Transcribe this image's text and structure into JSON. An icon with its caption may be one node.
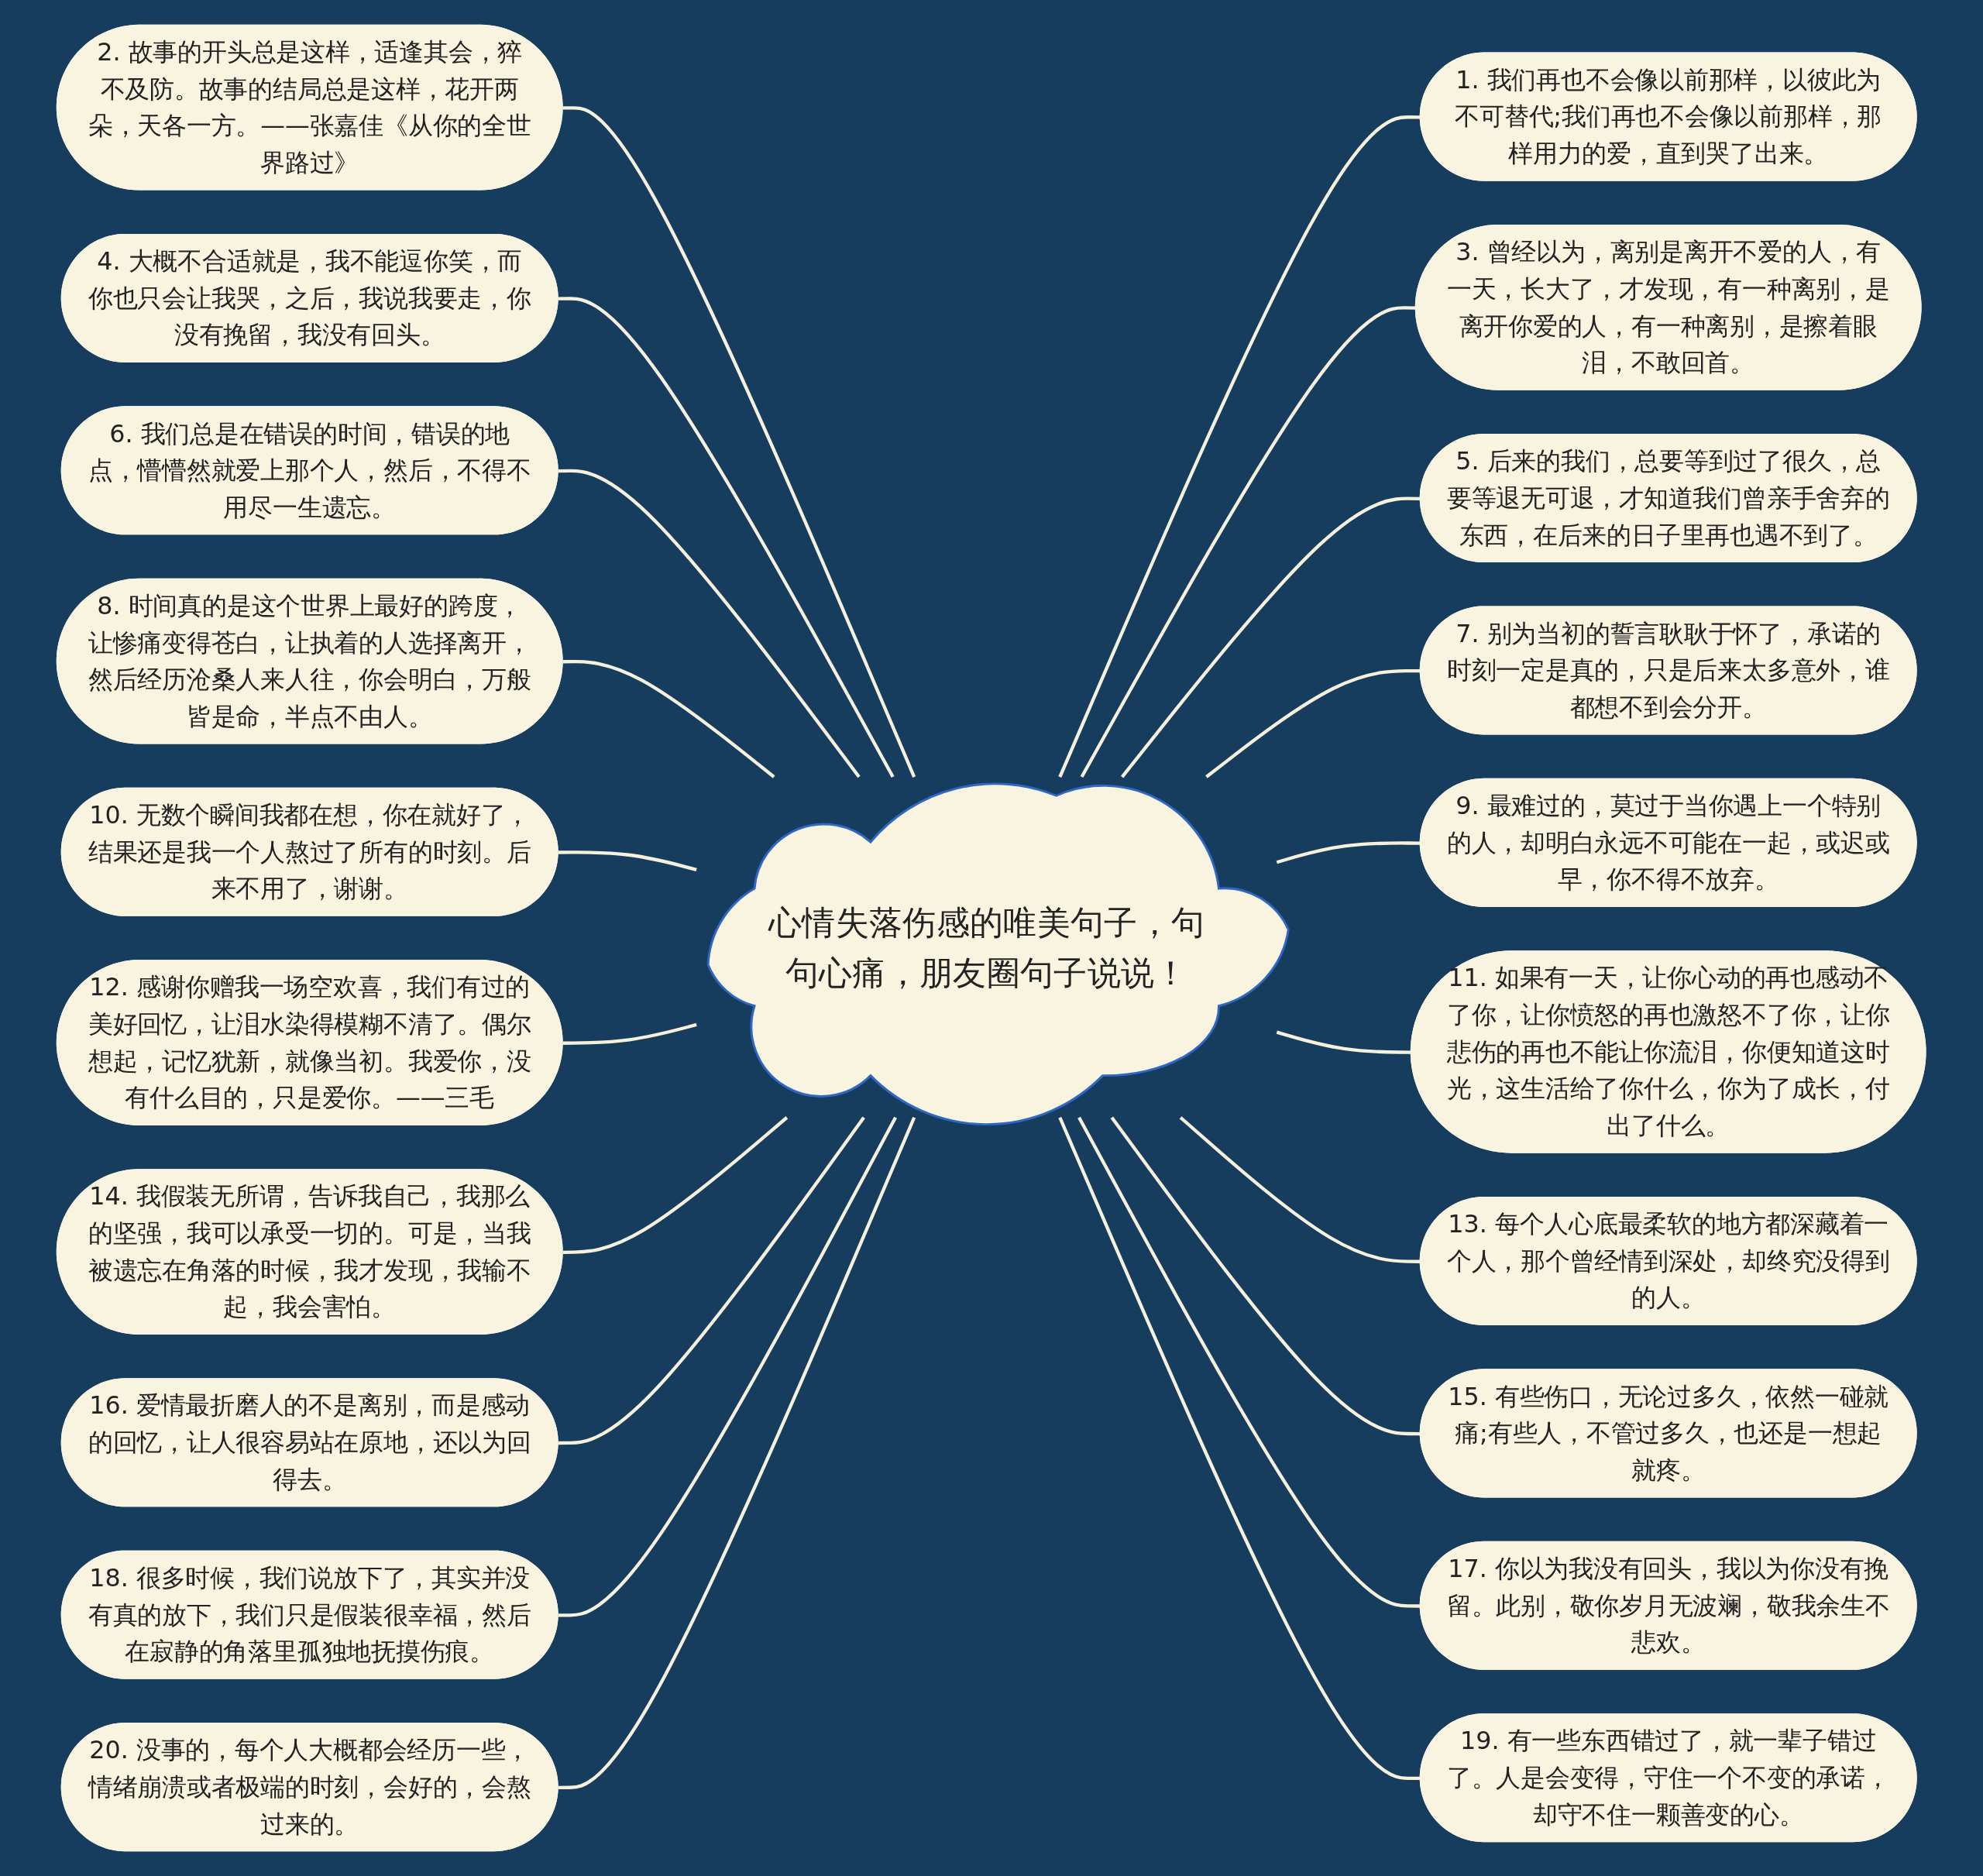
{
  "diagram": {
    "nodes": [
      {
        "text": [
          "心情失落伤感的唯美句子，句句心痛，朋友圈句子说说！"
        ]
      },
      {
        "text": [
          "1. 我们再也不会像以前那样，以彼此为不可替代;我们再也不会像以前那样，那样用力的爱，直到哭了出来。"
        ]
      },
      {
        "text": [
          "2. 故事的开头总是这样，适逢其会，猝不及防。故事的结局总是这样，花开两朵，天各一方。——张嘉佳《从你的全世界路过》"
        ]
      },
      {
        "text": [
          "3. 曾经以为，离别是离开不爱的人，有一天，长大了，才发现，有一种离别，是离开你爱的人，有一种离别，是擦着眼泪，不敢回首。"
        ]
      },
      {
        "text": [
          "4. 大概不合适就是，我不能逗你笑，而你也只会让我哭，之后，我说我要走，你没有挽留，我没有回头。"
        ]
      },
      {
        "text": [
          "5. 后来的我们，总要等到过了很久，总要等退无可退，才知道我们曾亲手舍弃的东西，在后来的日子里再也遇不到了。"
        ]
      },
      {
        "text": [
          "6. 我们总是在错误的时间，错误的地点，懵懵然就爱上那个人，然后，不得不用尽一生遗忘。"
        ]
      },
      {
        "text": [
          "7. 别为当初的誓言耿耿于怀了，承诺的时刻一定是真的，只是后来太多意外，谁都想不到会分开。"
        ]
      },
      {
        "text": [
          "8. 时间真的是这个世界上最好的跨度，让惨痛变得苍白，让执着的人选择离开，然后经历沧桑人来人往，你会明白，万般皆是命，半点不由人。"
        ]
      },
      {
        "text": [
          "9. 最难过的，莫过于当你遇上一个特别的人，却明白永远不可能在一起，或迟或早，你不得不放弃。"
        ]
      },
      {
        "text": [
          "10. 无数个瞬间我都在想，你在就好了，结果还是我一个人熬过了所有的时刻。后来不用了，谢谢。"
        ]
      },
      {
        "text": [
          "11. 如果有一天，让你心动的再也感动不了你，让你愤怒的再也激怒不了你，让你悲伤的再也不能让你流泪，你便知道这时光，这生活给了你什么，你为了成长，付出了什么。"
        ]
      },
      {
        "text": [
          "12. 感谢你赠我一场空欢喜，我们有过的美好回忆，让泪水染得模糊不清了。偶尔想起，记忆犹新，就像当初。我爱你，没有什么目的，只是爱你。——三毛"
        ]
      },
      {
        "text": [
          "13. 每个人心底最柔软的地方都深藏着一个人，那个曾经情到深处，却终究没得到的人。"
        ]
      },
      {
        "text": [
          "14. 我假装无所谓，告诉我自己，我那么的坚强，我可以承受一切的。可是，当我被遗忘在角落的时候，我才发现，我输不起，我会害怕。"
        ]
      },
      {
        "text": [
          "15. 有些伤口，无论过多久，依然一碰就痛;有些人，不管过多久，也还是一想起就疼。"
        ]
      },
      {
        "text": [
          "16. 爱情最折磨人的不是离别，而是感动的回忆，让人很容易站在原地，还以为回得去。"
        ]
      },
      {
        "text": [
          "17. 你以为我没有回头，我以为你没有挽留。此别，敬你岁月无波斓，敬我余生不悲欢。"
        ]
      },
      {
        "text": [
          "18. 很多时候，我们说放下了，其实并没有真的放下，我们只是假装很幸福，然后在寂静的角落里孤独地抚摸伤痕。"
        ]
      },
      {
        "text": [
          "19. 有一些东西错过了，就一辈子错过了。人是会变得，守住一个不变的承诺，却守不住一颗善变的心。"
        ]
      },
      {
        "text": [
          "20. 没事的，每个人大概都会经历一些，情绪崩溃或者极端的时刻，会好的，会熬过来的。"
        ]
      }
    ],
    "edges": [
      {
        "from": 0,
        "to": 1,
        "arrow": "none"
      },
      {
        "from": 0,
        "to": 2,
        "arrow": "none"
      },
      {
        "from": 0,
        "to": 3,
        "arrow": "none"
      },
      {
        "from": 0,
        "to": 4,
        "arrow": "none"
      },
      {
        "from": 0,
        "to": 5,
        "arrow": "none"
      },
      {
        "from": 0,
        "to": 6,
        "arrow": "none"
      },
      {
        "from": 0,
        "to": 7,
        "arrow": "none"
      },
      {
        "from": 0,
        "to": 8,
        "arrow": "none"
      },
      {
        "from": 0,
        "to": 9,
        "arrow": "none"
      },
      {
        "from": 0,
        "to": 10,
        "arrow": "none"
      },
      {
        "from": 0,
        "to": 11,
        "arrow": "none"
      },
      {
        "from": 0,
        "to": 12,
        "arrow": "none"
      },
      {
        "from": 0,
        "to": 13,
        "arrow": "none"
      },
      {
        "from": 0,
        "to": 14,
        "arrow": "none"
      },
      {
        "from": 0,
        "to": 15,
        "arrow": "none"
      },
      {
        "from": 0,
        "to": 16,
        "arrow": "none"
      },
      {
        "from": 0,
        "to": 17,
        "arrow": "none"
      },
      {
        "from": 0,
        "to": 18,
        "arrow": "none"
      },
      {
        "from": 0,
        "to": 19,
        "arrow": "none"
      },
      {
        "from": 0,
        "to": 20,
        "arrow": "none"
      }
    ]
  }
}
